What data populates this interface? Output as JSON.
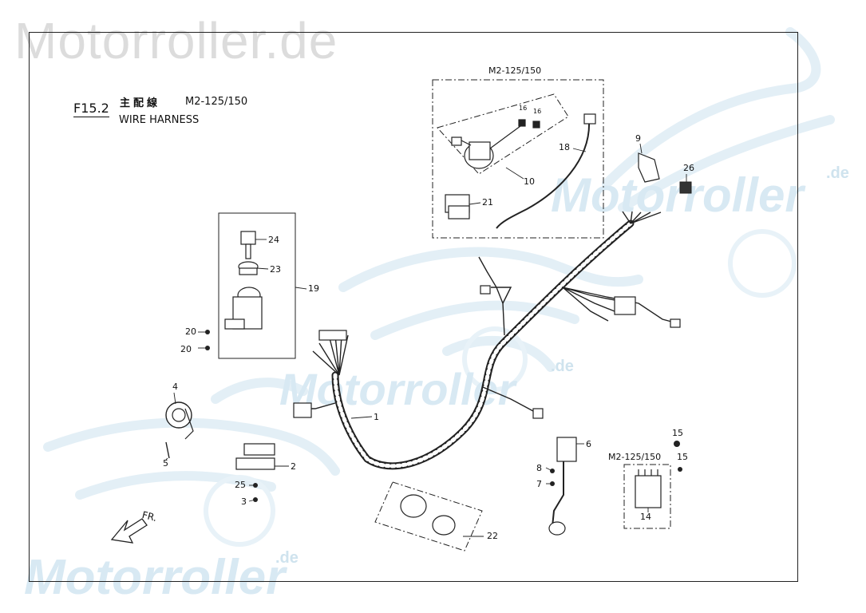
{
  "watermark": {
    "top": "Motorroller.de",
    "main": "Motorroller",
    "suffix": ".de"
  },
  "figure": {
    "code": "F15.2",
    "title_cn": "主配線",
    "model": "M2-125/150",
    "title_en": "WIRE HARNESS"
  },
  "boxes": {
    "top": "M2-125/150",
    "regulator": "M2-125/150"
  },
  "direction": "FR.",
  "callouts": [
    "1",
    "2",
    "3",
    "4",
    "5",
    "6",
    "7",
    "8",
    "9",
    "10",
    "14",
    "15",
    "15",
    "16",
    "16",
    "18",
    "19",
    "20",
    "20",
    "21",
    "22",
    "23",
    "24",
    "25",
    "26"
  ]
}
